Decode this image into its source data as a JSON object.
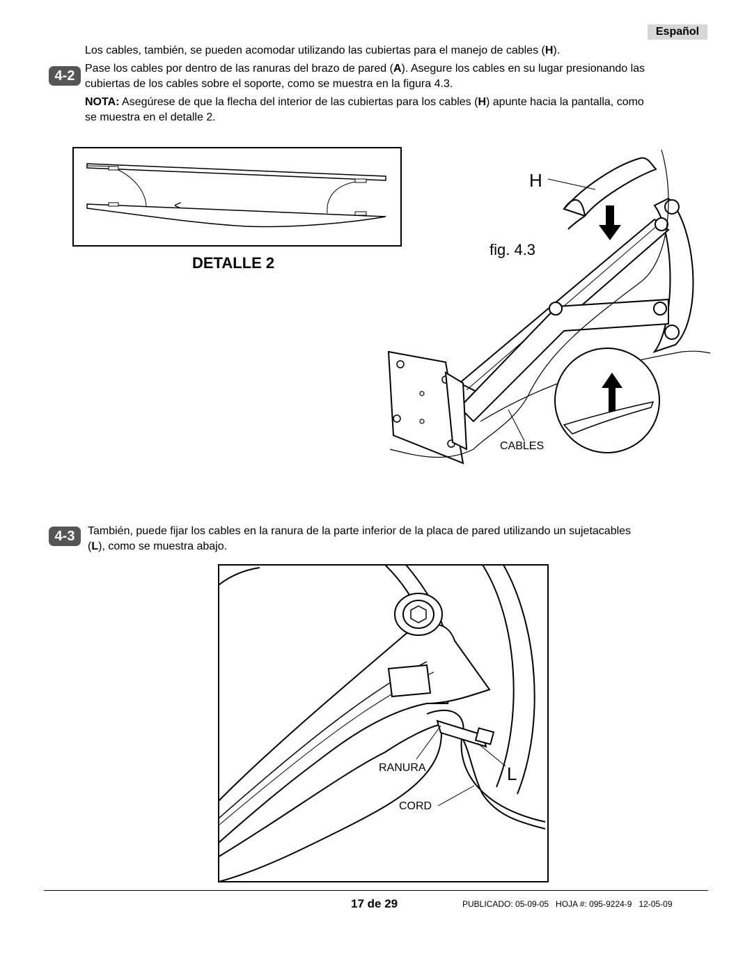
{
  "language_tab": "Español",
  "intro": {
    "before": "Los cables, también, se pueden acomodar utilizando las cubiertas para el manejo de cables (",
    "bold": "H",
    "after": ")."
  },
  "step_4_2": {
    "badge": "4-2",
    "line1_before": "Pase los cables por dentro de las ranuras del brazo de pared (",
    "line1_bold": "A",
    "line1_after": "). Asegure los cables en su lugar presionando las",
    "line2": "cubiertas de los cables sobre el soporte, como se muestra en la figura 4.3.",
    "note_label": "NOTA:",
    "note_line1_before": " Asegúrese de que la flecha del interior de las cubiertas para los cables (",
    "note_bold": "H",
    "note_line1_after": ") apunte hacia la pantalla, como",
    "note_line2": "se muestra en el detalle 2."
  },
  "detail": {
    "label": "DETALLE 2",
    "arrow_glyph": "<"
  },
  "figure_4_3": {
    "label": "fig. 4.3",
    "callout_h": "H",
    "callout_cables": "CABLES"
  },
  "step_4_3": {
    "badge": "4-3",
    "line1": "También, puede fijar los cables en la ranura de la parte inferior de la placa de pared utilizando un sujetacables",
    "line2_open": "(",
    "line2_bold": "L",
    "line2_after": "), como se muestra abajo."
  },
  "figure_bottom": {
    "callout_ranura": "RANURA",
    "callout_cord": "CORD",
    "callout_l": "L"
  },
  "footer": {
    "page": "17 de 29",
    "published": "PUBLICADO: 05-09-05   HOJA #: 095-9224-9   12-05-09"
  }
}
